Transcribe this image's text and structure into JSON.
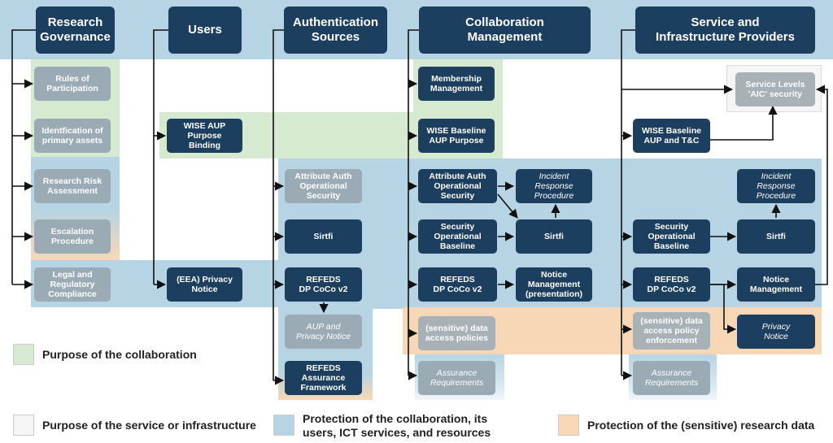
{
  "headers": {
    "research_governance": "Research\nGovernance",
    "users": "Users",
    "authentication_sources": "Authentication\nSources",
    "collaboration_management": "Collaboration\nManagement",
    "service_providers": "Service and\nInfrastructure Providers"
  },
  "research_governance": {
    "rules_of_participation": "Rules of\nParticipation",
    "identification_primary_assets": "Identfication of\nprimary assets",
    "research_risk_assessment": "Research Risk\nAssessment",
    "escalation_procedure": "Escalation\nProcedure",
    "legal_regulatory_compliance": "Legal and\nRegulatory\nCompliance"
  },
  "users": {
    "wise_aup_purpose_binding": "WISE AUP\nPurpose\nBinding",
    "eea_privacy_notice": "(EEA) Privacy\nNotice"
  },
  "authentication_sources": {
    "attribute_auth_opsec": "Attribute Auth\nOperational\nSecurity",
    "sirtfi": "Sirtfi",
    "refeds_dp_coco": "REFEDS\nDP CoCo v2",
    "aup_privacy_notice": "AUP and\nPrivacy Notice",
    "refeds_assurance": "REFEDS\nAssurance\nFramework"
  },
  "collaboration_management": {
    "membership_management": "Membership\nManagement",
    "wise_baseline_aup_purpose": "WISE Baseline\nAUP Purpose",
    "attribute_auth_opsec": "Attribute Auth\nOperational\nSecurity",
    "incident_response": "Incident\nResponse\nProcedure",
    "security_operational_baseline": "Security\nOperational\nBaseline",
    "sirtfi": "Sirtfi",
    "refeds_dp_coco": "REFEDS\nDP CoCo v2",
    "notice_management": "Notice\nManagement\n(presentation)",
    "sensitive_data_access": "(sensitive) data\naccess policies",
    "assurance_requirements": "Assurance\nRequirements"
  },
  "service_providers": {
    "service_levels": "Service Levels\n'AIC' security",
    "wise_baseline_aup_tc": "WISE Baseline\nAUP and T&C",
    "incident_response": "Incident\nResponse\nProcedure",
    "security_operational_baseline": "Security\nOperational\nBaseline",
    "sirtfi": "Sirtfi",
    "refeds_dp_coco": "REFEDS\nDP CoCo v2",
    "notice_management": "Notice\nManagement",
    "sensitive_data_enforcement": "(sensitive) data\naccess policy\nenforcement",
    "privacy_notice": "Privacy\nNotice",
    "assurance_requirements": "Assurance\nRequirements"
  },
  "legend": {
    "purpose_collaboration": "Purpose of the collaboration",
    "purpose_service": "Purpose of the service or infrastructure",
    "protection_collaboration": "Protection of the collaboration, its\nusers, ICT services, and resources",
    "protection_research_data": "Protection of the (sensitive) research data"
  },
  "colors": {
    "node_dark": "#1d3f5f",
    "node_grey": "#9aabb5",
    "purpose_collaboration": "#d6ead2",
    "purpose_service": "#f4f5f4",
    "protection_collaboration": "#b6d4e3",
    "protection_data": "#f8d7b6"
  }
}
